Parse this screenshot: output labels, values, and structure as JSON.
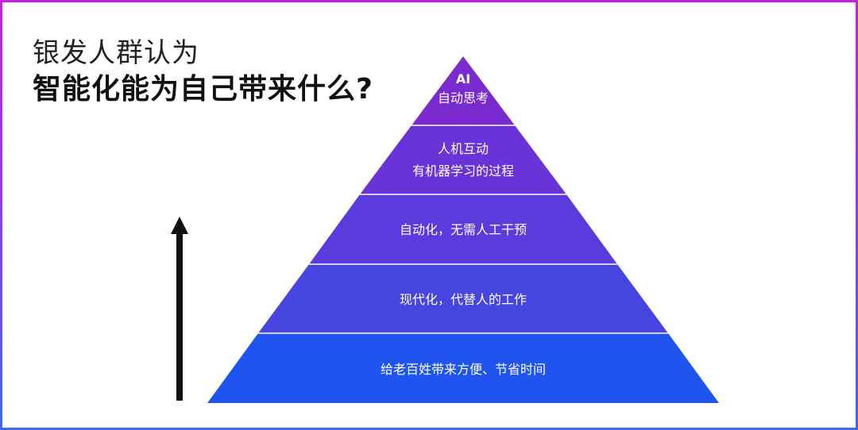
{
  "title": {
    "line1": "银发人群认为",
    "line2": "智能化能为自己带来什么?"
  },
  "colors": {
    "level1": "#7a2bd0",
    "level2": "#6a33d8",
    "level3": "#5a3bdc",
    "level4": "#4645e0",
    "level5": "#1f55ee",
    "arrow": "#111111",
    "divider": "#ffffff"
  },
  "pyramid": {
    "levels": [
      {
        "line1": "AI",
        "line2": "自动思考"
      },
      {
        "line1": "人机互动",
        "line2": "有机器学习的过程"
      },
      {
        "line1": "自动化，无需人工干预"
      },
      {
        "line1": "现代化，代替人的工作"
      },
      {
        "line1": "给老百姓带来方便、节省时间"
      }
    ]
  },
  "arrow": {
    "icon": "up-arrow-icon"
  }
}
